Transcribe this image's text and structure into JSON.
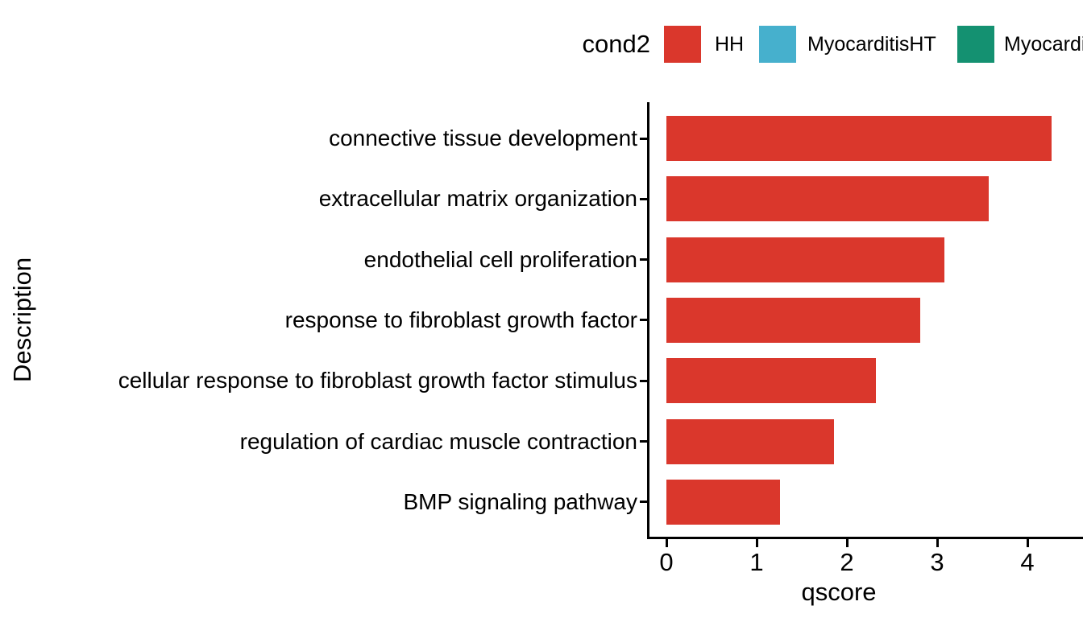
{
  "figure": {
    "legend": {
      "title": "cond2",
      "items": [
        {
          "label": "HH",
          "color": "#DA372C",
          "clipped": false
        },
        {
          "label": "MyocarditisHT",
          "color": "#46B0CD",
          "clipped": false
        },
        {
          "label": "Myocardi",
          "color": "#149171",
          "clipped": true
        }
      ]
    }
  },
  "chart_data": {
    "type": "bar",
    "orientation": "horizontal",
    "title": "",
    "xlabel": "qscore",
    "ylabel": "Description",
    "categories": [
      "connective tissue development",
      "extracellular matrix organization",
      "endothelial cell proliferation",
      "response to fibroblast growth factor",
      "cellular response to fibroblast growth factor stimulus",
      "regulation of cardiac muscle contraction",
      "BMP signaling pathway"
    ],
    "series": [
      {
        "name": "HH",
        "color": "#DA372C",
        "values": [
          4.27,
          3.57,
          3.08,
          2.81,
          2.32,
          1.86,
          1.26
        ]
      }
    ],
    "xticks": [
      0,
      1,
      2,
      3,
      4
    ],
    "xlim": [
      0,
      4.62
    ],
    "grid": false,
    "legend_position": "top-right",
    "axis_color": "#000000",
    "background": "#ffffff"
  }
}
